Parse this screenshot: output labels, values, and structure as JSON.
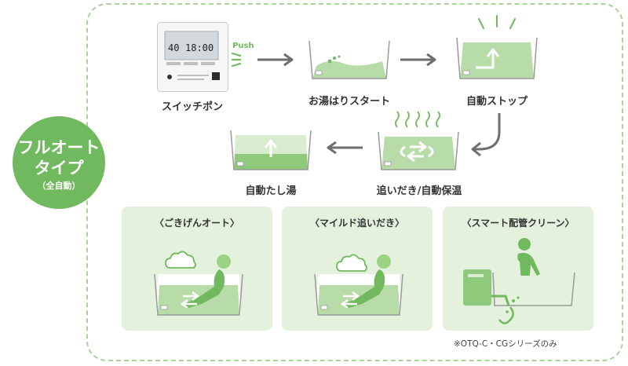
{
  "badge": {
    "line1": "フルオート",
    "line2": "タイプ",
    "line3": "（全自動）"
  },
  "remote": {
    "push_label": "Push",
    "temp": "40",
    "time": "18:00"
  },
  "steps": [
    {
      "label": "スイッチポン"
    },
    {
      "label": "お湯はりスタート"
    },
    {
      "label": "自動ストップ"
    },
    {
      "label": "追いだき/自動保温"
    },
    {
      "label": "自動たし湯"
    }
  ],
  "modes": [
    {
      "title": "〈ごきげんオート〉"
    },
    {
      "title": "〈マイルド追いだき〉"
    },
    {
      "title": "〈スマート配管クリーン〉"
    }
  ],
  "note": "※OTQ-C・CGシリーズのみ",
  "colors": {
    "green_dark": "#71b95e",
    "green_light": "#b8dca8",
    "green_pale": "#e3f1dd",
    "arrow_gray": "#6e6e6e"
  }
}
